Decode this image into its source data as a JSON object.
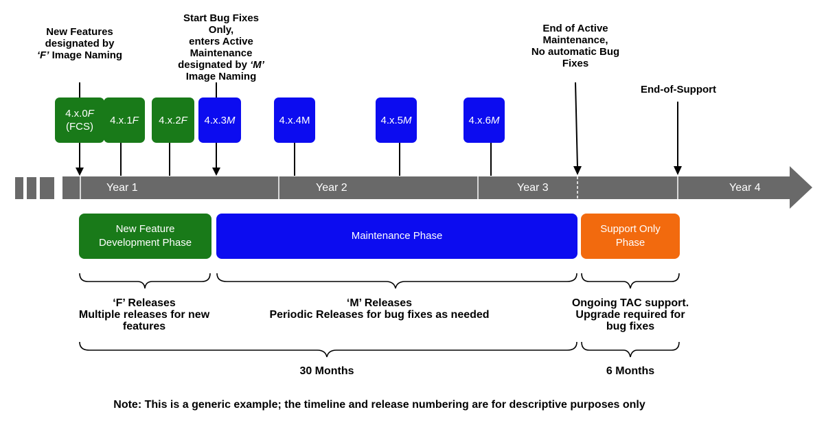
{
  "annotations": {
    "new_features": "New Features designated by",
    "new_features_f": "‘F’",
    "new_features_tail": "Image Naming",
    "start_bug_fixes": "Start Bug Fixes Only,",
    "enters_active": "enters Active Maintenance designated by",
    "enters_active_m": "‘M’",
    "enters_active_tail": "Image Naming",
    "end_active": "End of Active Maintenance,",
    "no_auto": "No automatic Bug Fixes",
    "end_of_support": "End-of-Support"
  },
  "releases": [
    {
      "version": "4.x.0",
      "suffix": "F",
      "extra": "(FCS)",
      "phase": "F"
    },
    {
      "version": "4.x.1",
      "suffix": "F",
      "extra": "",
      "phase": "F"
    },
    {
      "version": "4.x.2",
      "suffix": "F",
      "extra": "",
      "phase": "F"
    },
    {
      "version": "4.x.3",
      "suffix": "M",
      "extra": "",
      "phase": "M"
    },
    {
      "version": "4.x.4M",
      "suffix": "",
      "extra": "",
      "phase": "M"
    },
    {
      "version": "4.x.5",
      "suffix": "M",
      "extra": "",
      "phase": "M"
    },
    {
      "version": "4.x.6",
      "suffix": "M",
      "extra": "",
      "phase": "M"
    }
  ],
  "timeline": {
    "years": [
      "Year 1",
      "Year 2",
      "Year 3",
      "Year 4"
    ]
  },
  "phases": {
    "new_feature": "New Feature Development Phase",
    "maintenance": "Maintenance Phase",
    "support_only": "Support Only Phase"
  },
  "descriptions": {
    "f_title": "‘F’ Releases",
    "f_body": "Multiple releases for new features",
    "m_title": "‘M’ Releases",
    "m_body": "Periodic Releases for bug fixes as needed",
    "tac": "Ongoing TAC support.",
    "tac_upgrade": "Upgrade required for bug fixes"
  },
  "durations": {
    "active": "30 Months",
    "support": "6 Months"
  },
  "note": "Note: This is a generic example; the timeline and release numbering are for descriptive purposes only",
  "colors": {
    "green": "#197a19",
    "blue": "#0c0cf0",
    "orange": "#f26a0e",
    "timeline_gray": "#696969"
  }
}
